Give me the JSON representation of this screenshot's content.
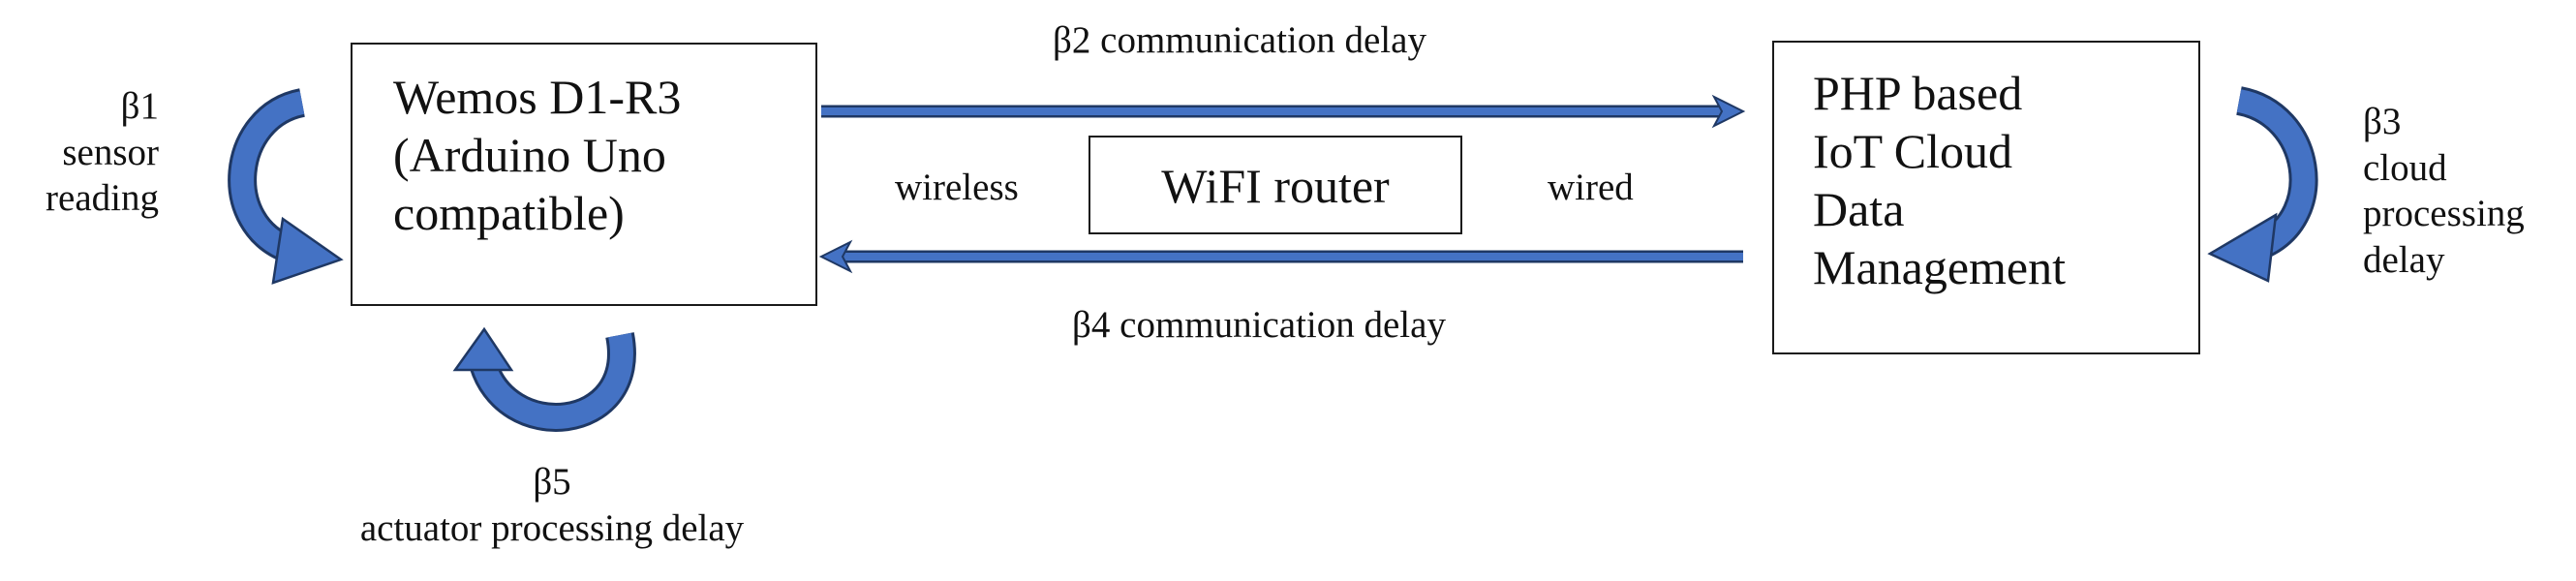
{
  "colors": {
    "arrow_fill": "#4472C4",
    "arrow_edge": "#1F3864",
    "box_border": "#1a1a1a",
    "text": "#111111"
  },
  "nodes": {
    "wemos": {
      "lines": [
        "Wemos D1-R3",
        "(Arduino Uno",
        "compatible)"
      ]
    },
    "router": {
      "label": "WiFI router"
    },
    "cloud": {
      "lines": [
        "PHP based",
        "IoT Cloud",
        "Data",
        "Management"
      ]
    }
  },
  "links": {
    "beta2": "β2 communication delay",
    "beta4": "β4 communication delay",
    "wireless": "wireless",
    "wired": "wired"
  },
  "loops": {
    "beta1": {
      "symbol": "β1",
      "lines": [
        "sensor",
        "reading"
      ]
    },
    "beta3": {
      "symbol": "β3",
      "lines": [
        "cloud",
        "processing",
        "delay"
      ]
    },
    "beta5": {
      "symbol": "β5",
      "lines": [
        "actuator processing delay"
      ]
    }
  }
}
